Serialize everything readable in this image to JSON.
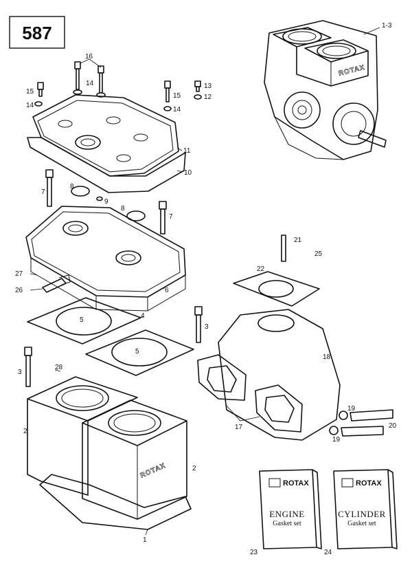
{
  "page_number": "587",
  "brand_mark": "ROTAX",
  "kits": [
    {
      "brand": "ROTAX",
      "title": "ENGINE",
      "subtitle": "Gasket set",
      "ref": "23"
    },
    {
      "brand": "ROTAX",
      "title": "CYLINDER",
      "subtitle": "Gasket set",
      "ref": "24"
    }
  ],
  "callouts": {
    "c1_3": "1-3",
    "c16": "16",
    "c15a": "15",
    "c14a": "14",
    "c14b": "14",
    "c14c": "14",
    "c15b": "15",
    "c13": "13",
    "c12": "12",
    "c11": "11",
    "c10": "10",
    "c7a": "7",
    "c8a": "8",
    "c9": "9",
    "c8b": "8",
    "c7b": "7",
    "c21": "21",
    "c25": "25",
    "c27": "27",
    "c26": "26",
    "c6": "6",
    "c22": "22",
    "c4": "4",
    "c5a": "5",
    "c3a": "3",
    "c5b": "5",
    "c18": "18",
    "c3b": "3",
    "c28": "28",
    "c2a": "2",
    "c19a": "19",
    "c20": "20",
    "c17": "17",
    "c19b": "19",
    "c2b": "2",
    "c1": "1",
    "c23": "23",
    "c24": "24"
  }
}
